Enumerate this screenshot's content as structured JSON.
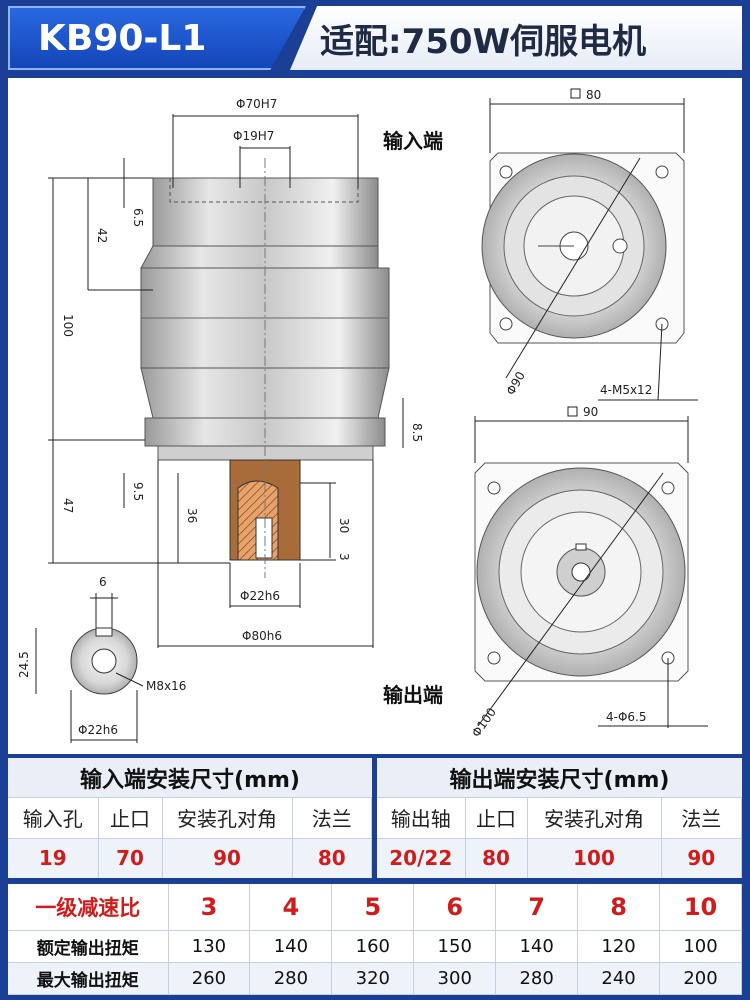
{
  "header": {
    "model": "KB90-L1",
    "title": "适配:750W伺服电机"
  },
  "drawing": {
    "side_view": {
      "bore_dia": "Φ70H7",
      "inner_dia": "Φ19H7",
      "dim_6_5": "6.5",
      "dim_42": "42",
      "dim_100": "100",
      "dim_8_5": "8.5",
      "dim_47": "47",
      "dim_9_5": "9.5",
      "dim_36": "36",
      "dim_30": "30",
      "dim_3": "3",
      "shaft_dia": "Φ22h6",
      "spigot_dia": "Φ80h6"
    },
    "shaft_end": {
      "key_width": "6",
      "key_height": "24.5",
      "thread": "M8x16",
      "shaft_dia": "Φ22h6"
    },
    "input_view": {
      "label": "输入端",
      "square": "80",
      "pcd": "Φ90",
      "holes": "4-M5x12"
    },
    "output_view": {
      "label": "输出端",
      "square": "90",
      "pcd": "Φ100",
      "holes": "4-Φ6.5"
    }
  },
  "input_mount": {
    "title": "输入端安装尺寸(mm)",
    "headers": [
      "输入孔",
      "止口",
      "安装孔对角",
      "法兰"
    ],
    "values": [
      "19",
      "70",
      "90",
      "80"
    ]
  },
  "output_mount": {
    "title": "输出端安装尺寸(mm)",
    "headers": [
      "输出轴",
      "止口",
      "安装孔对角",
      "法兰"
    ],
    "values": [
      "20/22",
      "80",
      "100",
      "90"
    ]
  },
  "ratio_table": {
    "ratio_label": "一级减速比",
    "ratios": [
      "3",
      "4",
      "5",
      "6",
      "7",
      "8",
      "10"
    ],
    "rated_label": "额定输出扭矩",
    "rated": [
      "130",
      "140",
      "160",
      "150",
      "140",
      "120",
      "100"
    ],
    "max_label": "最大输出扭矩",
    "max": [
      "260",
      "280",
      "320",
      "300",
      "280",
      "240",
      "200"
    ]
  }
}
